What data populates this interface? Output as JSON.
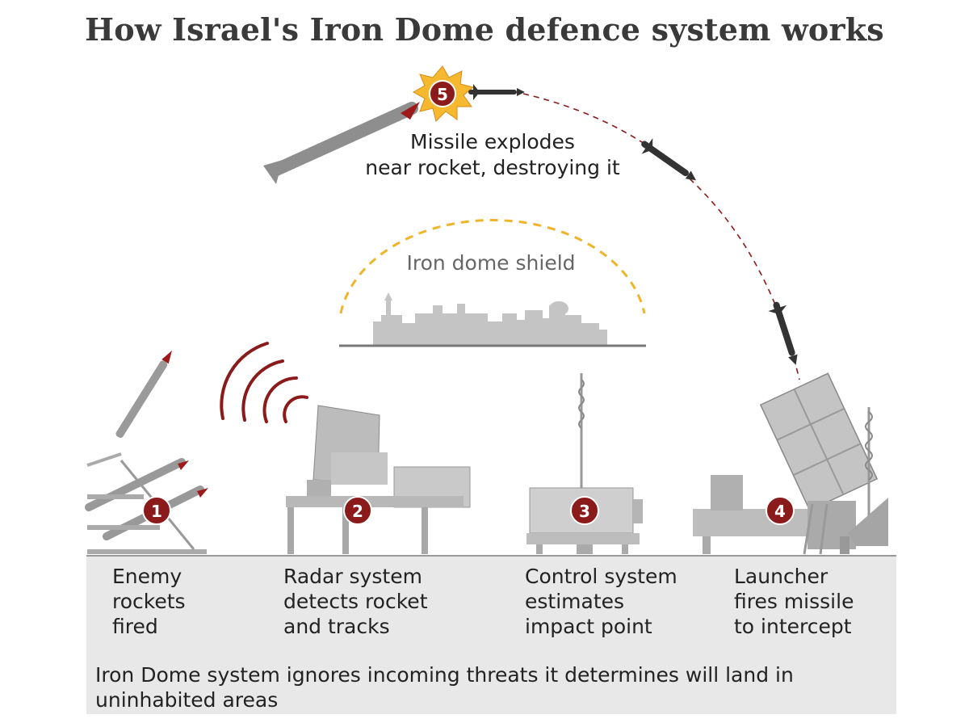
{
  "title": "How Israel's Iron Dome defence system works",
  "explosion_label": "Missile explodes\nnear rocket, destroying it",
  "shield_label": "Iron dome shield",
  "steps": [
    {
      "number": "1",
      "label": "Enemy\nrockets\nfired"
    },
    {
      "number": "2",
      "label": "Radar system\ndetects rocket\nand tracks"
    },
    {
      "number": "3",
      "label": "Control system\nestimates\nimpact point"
    },
    {
      "number": "4",
      "label": "Launcher\nfires missile\nto intercept"
    },
    {
      "number": "5",
      "label": ""
    }
  ],
  "note": "Iron Dome system ignores incoming threats it determines will land in\nuninhabited areas",
  "colors": {
    "badge": "#8b1a1a",
    "trajectory": "#8b1a1a",
    "shield": "#f0b429",
    "equipment": "#bdbdbd",
    "panel": "#e8e8e8",
    "rocket_tip": "#9e1b1b",
    "burst": "#f5b82e"
  }
}
